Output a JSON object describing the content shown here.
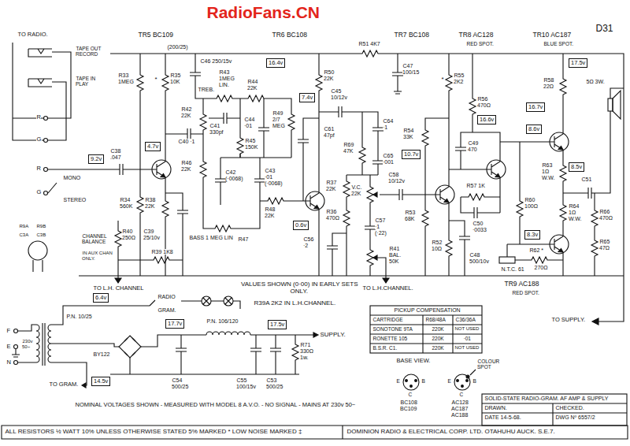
{
  "diagram": {
    "nodes": [
      {
        "text": [
          "16.4v"
        ]
      },
      {
        "text": [
          "17.5v"
        ]
      },
      {
        "text": [
          "7.4v"
        ]
      },
      {
        "text": [
          "16.7v"
        ]
      },
      {
        "text": [
          "16.6v"
        ]
      },
      {
        "text": [
          "8.6v"
        ]
      },
      {
        "text": [
          "4.7v"
        ]
      },
      {
        "text": [
          "10.7v"
        ]
      },
      {
        "text": [
          "9.2v"
        ]
      },
      {
        "text": [
          "8.5v"
        ]
      },
      {
        "text": [
          "0.6v"
        ]
      },
      {
        "text": [
          "8.3v"
        ]
      },
      {
        "text": [
          "6.4v"
        ]
      },
      {
        "text": [
          "17.7v"
        ]
      },
      {
        "text": [
          "17.5v"
        ]
      },
      {
        "text": [
          "14.5v"
        ]
      }
    ],
    "labels": [
      "RadioFans.CN",
      "D31",
      "TO RADIO.",
      "TAPE OUT RECORD",
      "TAPE IN PLAY",
      "R",
      "G",
      "R",
      "G",
      "MONO",
      "STEREO",
      "R9A",
      "R9B",
      "C3A",
      "C3B",
      "TR5 BC109",
      "TR6 BC108",
      "TR7 BC108",
      "TR8 AC128",
      "RED SPOT.",
      "TR10 AC187",
      "BLUE SPOT.",
      "(200/25)",
      "C46 250/15v",
      "R33 1MEG",
      "*",
      "R35 10K",
      "C38 .047",
      "R34 560K",
      "C40 ·1",
      "R38 22K",
      "C39 25/10v",
      "TREB.",
      "R43 1MEG LIN.",
      "R44 22K",
      "R42 22K",
      "C41 330pf",
      "C44 ·01",
      "R45 150K",
      "R49 2/7 MEG",
      "R50 22K",
      "C61 47pf",
      "R46 22K",
      "C42 (·0068)",
      "C43 ·01 (·0068)",
      "R48 22K",
      "BASS 1 MEG LIN",
      "R47",
      "R51 4K7",
      "C45 10/12v",
      "C64 ·1",
      "R69 47K",
      "C65 ·001",
      "R37 22K",
      "V.C. 22K",
      "R36 470Ω",
      "C57 ·1 (·22)",
      "R41 BAL. 50K",
      "C56 ·2",
      "C47 100/15",
      "C58 10/12v",
      "*",
      "R55 2K2",
      "R54 33K",
      "R53 68K",
      "R52 10Ω",
      "C48 500/10v",
      "R56 470Ω",
      "C49 470",
      "R57 1K",
      "C50 ·0033",
      "R58 22Ω",
      "5Ω 3W.",
      "R63 1Ω W.W.",
      "C51",
      "R64 1Ω W.W.",
      "R60 100Ω",
      "N.T.C. 61",
      "R62 *",
      "270Ω",
      "R66 470Ω",
      "R65 47Ω",
      "TR9 AC188",
      "RED SPOT.",
      "TO SUPPLY.",
      "CHANNEL BALANCE",
      "R40 250Ω",
      "IN AUX CHAN ONLY.",
      "R39 1K8",
      "TO L.H. CHANNEL",
      "VALUES SHOWN (0·00) IN EARLY SETS ONLY.",
      "R39A 2K2 IN L.H.CHANNEL.",
      "TO L.H.CHANNEL.",
      "RADIO",
      "GRAM.",
      "P.N. 10/25",
      "F",
      "E",
      "N",
      "230v 50~",
      "P.N. 106/120",
      "SUPPLY.",
      "BY122",
      "C54 500/25",
      "C55 100/15v",
      "C53 500/25",
      "R71 330Ω 1w.",
      "TO GRAM.",
      "PICKUP COMPENSATION",
      "CARTRIDGE",
      "R68/48A",
      "C36/36A",
      "SONOTONE 9TA",
      "220K",
      "NOT USED",
      "RONETTE 105",
      "220K",
      "·01",
      "B.S.R. C1.",
      "220K",
      "NOT USED",
      "BASE VIEW.",
      "E",
      "C",
      "B",
      "E",
      "C",
      "B",
      "COLOUR SPOT",
      "BC108 BC109",
      "AC128 AC187 AC188",
      "NOMINAL VOLTAGES SHOWN - MEASURED WITH MODEL 8 A.V.O. - NO SIGNAL - MAINS AT 230v 50~",
      "SOLID-STATE RADIO-GRAM. AF AMP & SUPPLY",
      "DRAWN.",
      "CHECKED.",
      "DATE 14-5-68.",
      "DWG Nº 6557/2",
      "ALL RESISTORS ½ WATT 10% UNLESS OTHERWISE STATED   5% MARKED *   LOW NOISE MARKED ‡",
      "DOMINION RADIO & ELECTRICAL CORP. LTD. OTAHUHU AUCK. S.E.7."
    ]
  }
}
